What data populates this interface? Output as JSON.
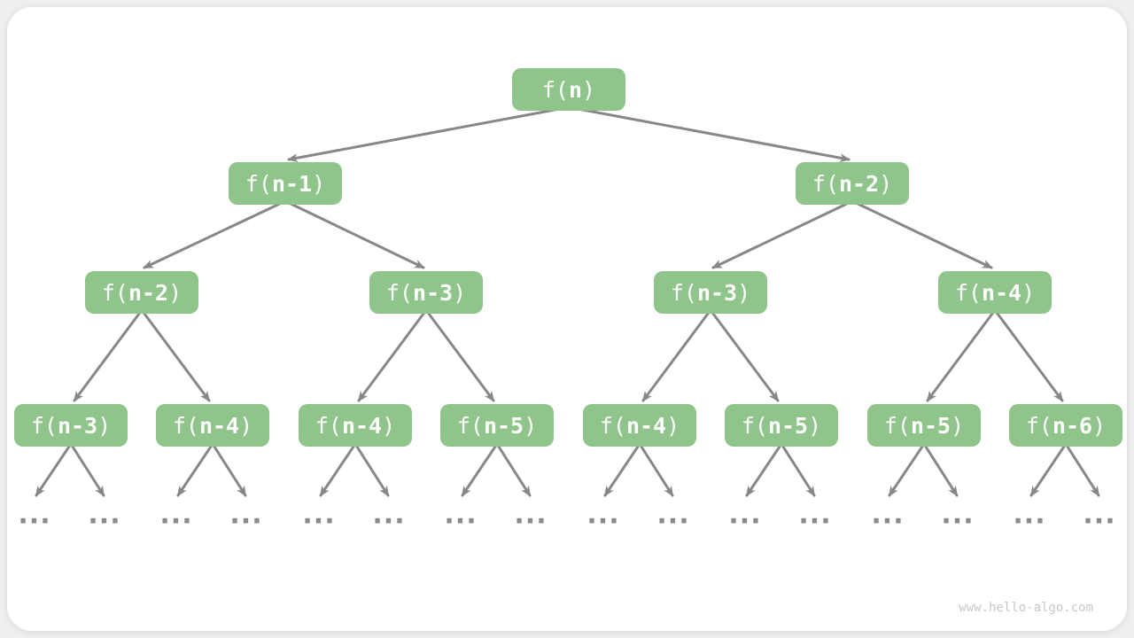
{
  "diagram": {
    "type": "recursion-tree",
    "colors": {
      "node_fill": "#8FC48B",
      "node_text": "#FFFFFF",
      "arrow": "#878787",
      "dots": "#8A8A8A",
      "watermark_text": "#C8C8C8",
      "card_bg": "#FFFFFF",
      "page_bg": "#EFEFEF"
    },
    "root": {
      "pre": "f(",
      "b": "n",
      "post": ")"
    },
    "level1": [
      {
        "pre": "f(",
        "b": "n-1",
        "post": ")"
      },
      {
        "pre": "f(",
        "b": "n-2",
        "post": ")"
      }
    ],
    "level2": [
      {
        "pre": "f(",
        "b": "n-2",
        "post": ")"
      },
      {
        "pre": "f(",
        "b": "n-3",
        "post": ")"
      },
      {
        "pre": "f(",
        "b": "n-3",
        "post": ")"
      },
      {
        "pre": "f(",
        "b": "n-4",
        "post": ")"
      }
    ],
    "level3": [
      {
        "pre": "f(",
        "b": "n-3",
        "post": ")"
      },
      {
        "pre": "f(",
        "b": "n-4",
        "post": ")"
      },
      {
        "pre": "f(",
        "b": "n-4",
        "post": ")"
      },
      {
        "pre": "f(",
        "b": "n-5",
        "post": ")"
      },
      {
        "pre": "f(",
        "b": "n-4",
        "post": ")"
      },
      {
        "pre": "f(",
        "b": "n-5",
        "post": ")"
      },
      {
        "pre": "f(",
        "b": "n-5",
        "post": ")"
      },
      {
        "pre": "f(",
        "b": "n-6",
        "post": ")"
      }
    ],
    "ellipsis_label": "...",
    "watermark": "www.hello-algo.com"
  }
}
